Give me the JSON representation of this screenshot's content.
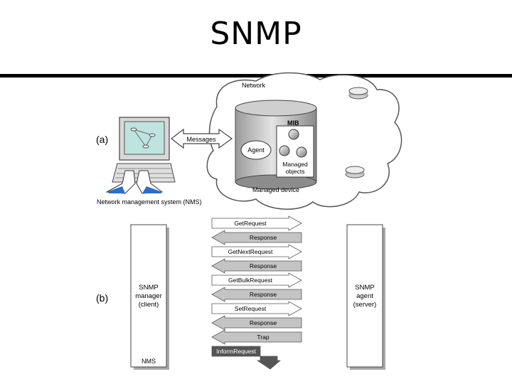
{
  "slide_title": "SNMP",
  "part_a": {
    "label": "(a)",
    "network_label": "Network",
    "messages_label": "Messages",
    "mib_label": "MIB",
    "agent_label": "Agent",
    "managed_objects_label": [
      "Managed",
      "objects"
    ],
    "managed_device_label": "Managed device",
    "nms_label": "Network management system (NMS)"
  },
  "part_b": {
    "label": "(b)",
    "manager_label": [
      "SNMP",
      "manager",
      "(client)"
    ],
    "nms_label": "NMS",
    "agent_label": [
      "SNMP",
      "agent",
      "(server)"
    ],
    "messages": [
      {
        "label": "GetRequest",
        "direction": "right"
      },
      {
        "label": "Response",
        "direction": "left"
      },
      {
        "label": "GetNextRequest",
        "direction": "right"
      },
      {
        "label": "Response",
        "direction": "left"
      },
      {
        "label": "GetBulkRequest",
        "direction": "right"
      },
      {
        "label": "Response",
        "direction": "left"
      },
      {
        "label": "SetRequest",
        "direction": "right"
      },
      {
        "label": "Response",
        "direction": "left"
      },
      {
        "label": "Trap",
        "direction": "left"
      },
      {
        "label": "InformRequest",
        "direction": "down"
      }
    ]
  }
}
